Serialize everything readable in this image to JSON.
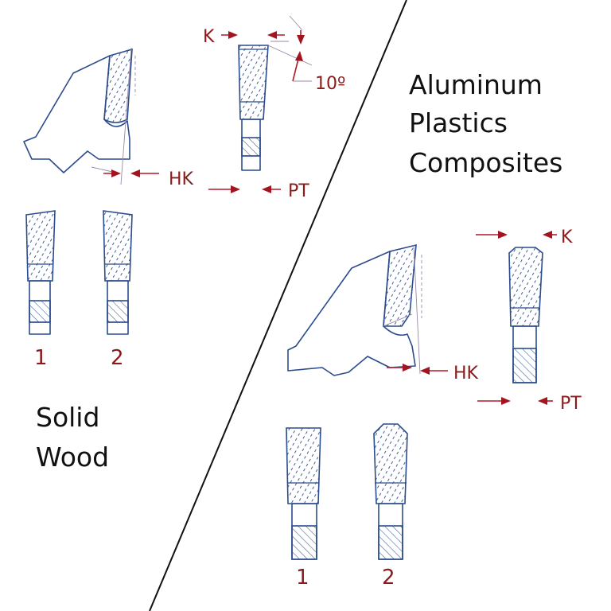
{
  "left_section": {
    "title_line1": "Solid",
    "title_line2": "Wood",
    "labels": {
      "k": "K",
      "angle": "10º",
      "hk": "HK",
      "pt": "PT"
    },
    "tooth_numbers": [
      "1",
      "2"
    ]
  },
  "right_section": {
    "title_line1": "Aluminum",
    "title_line2": "Plastics",
    "title_line3": "Composites",
    "labels": {
      "k": "K",
      "hk": "HK",
      "pt": "PT"
    },
    "tooth_numbers": [
      "1",
      "2"
    ]
  },
  "colors": {
    "outline": "#2b4c8c",
    "dimension": "#a31420",
    "text": "#111111"
  }
}
